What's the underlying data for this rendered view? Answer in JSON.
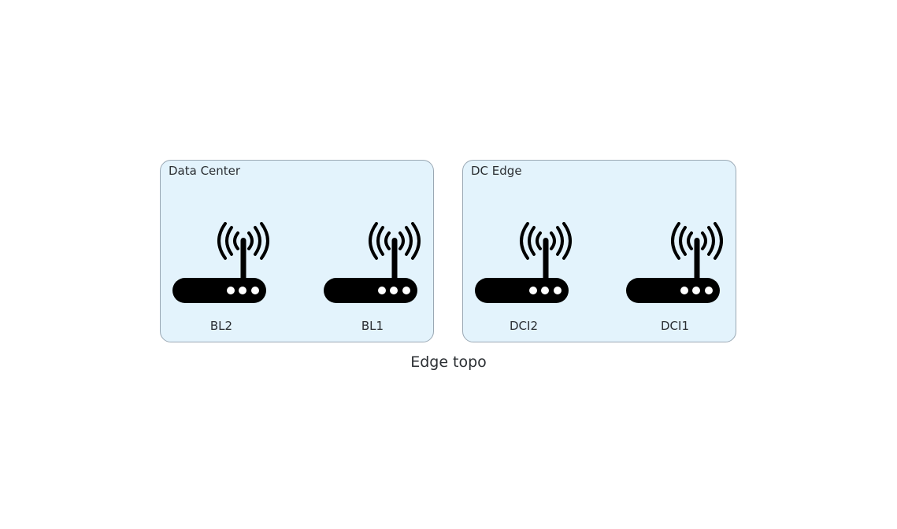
{
  "diagram": {
    "title": "Edge topo",
    "clusters": [
      {
        "label": "Data Center",
        "nodes": [
          {
            "label": "BL2",
            "icon": "router-icon"
          },
          {
            "label": "BL1",
            "icon": "router-icon"
          }
        ]
      },
      {
        "label": "DC Edge",
        "nodes": [
          {
            "label": "DCI2",
            "icon": "router-icon"
          },
          {
            "label": "DCI1",
            "icon": "router-icon"
          }
        ]
      }
    ],
    "colors": {
      "cluster_fill": "#e3f3fc",
      "cluster_border": "#9aa8b4",
      "icon": "#000000",
      "text": "#2b2f33"
    }
  }
}
